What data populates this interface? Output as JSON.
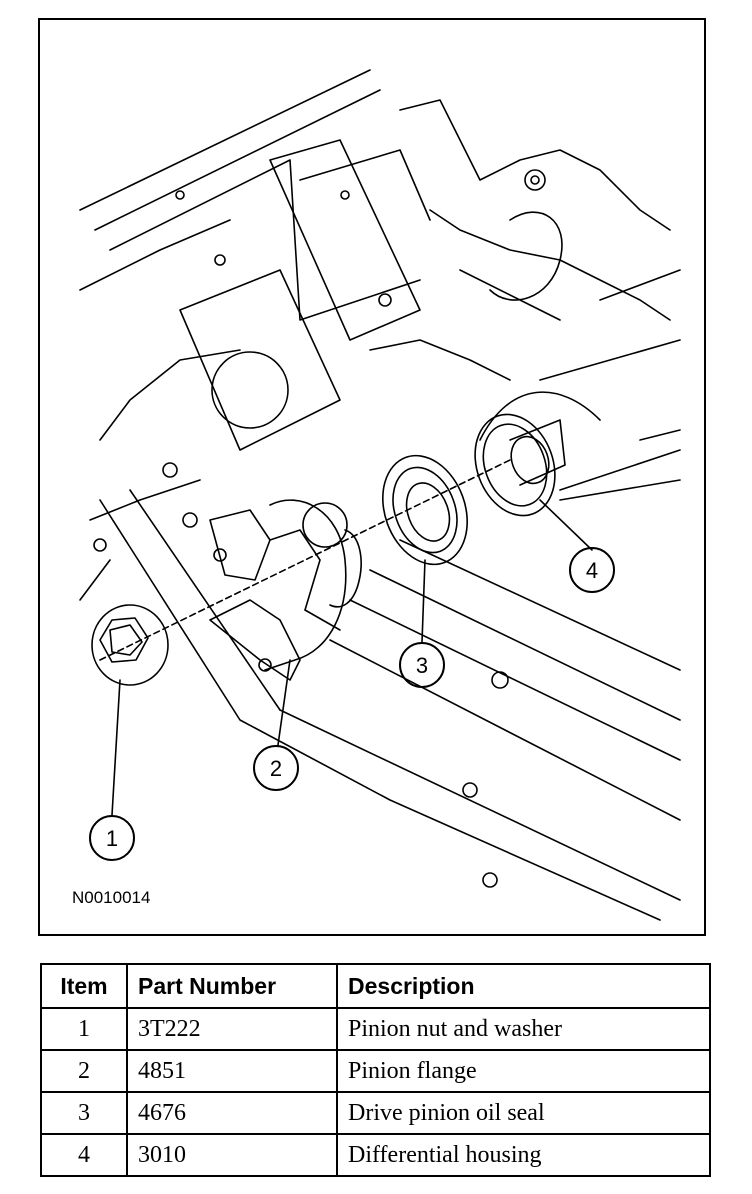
{
  "figure": {
    "id": "N0010014",
    "callouts": [
      "1",
      "2",
      "3",
      "4"
    ]
  },
  "table": {
    "headers": [
      "Item",
      "Part Number",
      "Description"
    ],
    "rows": [
      {
        "item": "1",
        "part": "3T222",
        "desc": "Pinion nut and washer"
      },
      {
        "item": "2",
        "part": "4851",
        "desc": "Pinion flange"
      },
      {
        "item": "3",
        "part": "4676",
        "desc": "Drive pinion oil seal"
      },
      {
        "item": "4",
        "part": "3010",
        "desc": "Differential housing"
      }
    ]
  }
}
